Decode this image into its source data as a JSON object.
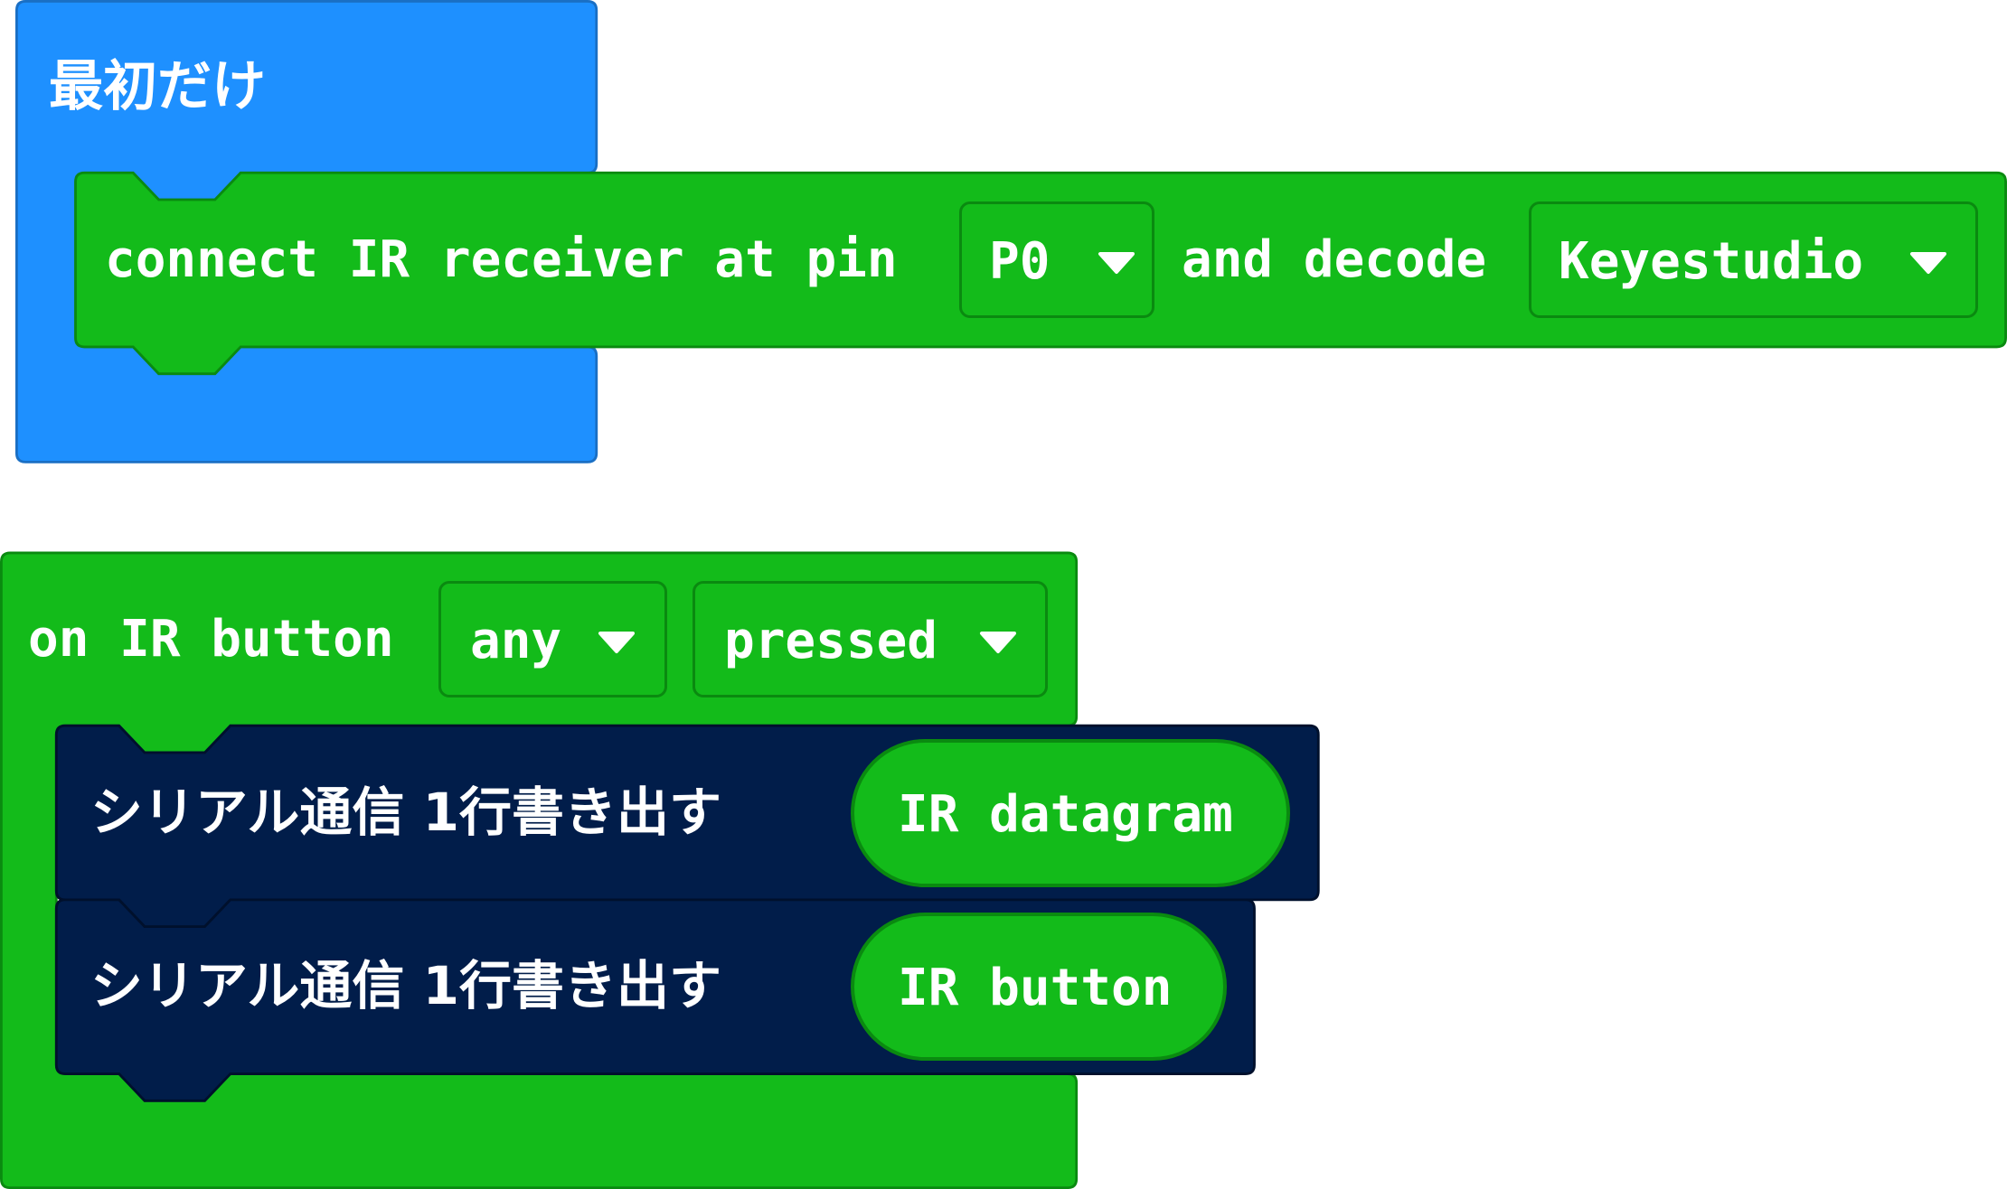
{
  "on_start": {
    "label": "最初だけ",
    "color": "#1e90ff"
  },
  "connect_block": {
    "prefix": "connect IR receiver at pin",
    "pin_value": "P0",
    "middle": "and decode",
    "decoder_value": "Keyestudio",
    "color": "#13bb1a"
  },
  "on_ir_button": {
    "prefix": "on IR button",
    "button_value": "any",
    "action_value": "pressed",
    "color": "#13bb1a"
  },
  "serial_blocks": [
    {
      "label": "シリアル通信 1行書き出す",
      "argument": "IR datagram",
      "color": "#011d4a"
    },
    {
      "label": "シリアル通信 1行書き出す",
      "argument": "IR button",
      "color": "#011d4a"
    }
  ],
  "icons": {
    "dropdown": "chevron-down-icon"
  }
}
